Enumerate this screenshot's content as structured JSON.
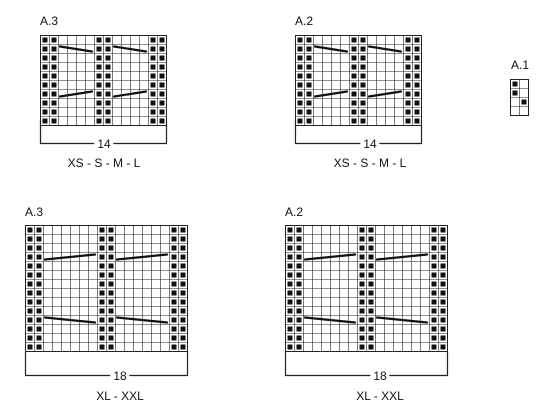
{
  "symbols": {
    "stitch_fill": "#111111",
    "grid_line": "#222222",
    "cable_line": "#111111",
    "background": "#ffffff"
  },
  "legend_chart": {
    "title": "A.1",
    "columns": 2,
    "rows": 4
  },
  "charts": [
    {
      "title": "A.3",
      "columns": 14,
      "rows": 10,
      "width_label": "14",
      "sizes": "XS - S - M - L",
      "rib_columns": [
        0,
        1,
        6,
        7,
        12,
        13
      ]
    },
    {
      "title": "A.2",
      "columns": 14,
      "rows": 10,
      "width_label": "14",
      "sizes": "XS - S - M - L",
      "rib_columns": [
        0,
        1,
        6,
        7,
        12,
        13
      ]
    },
    {
      "title": "A.3",
      "columns": 18,
      "rows": 14,
      "width_label": "18",
      "sizes": "XL - XXL",
      "rib_columns": [
        0,
        1,
        8,
        9,
        16,
        17
      ]
    },
    {
      "title": "A.2",
      "columns": 18,
      "rows": 14,
      "width_label": "18",
      "sizes": "XL - XXL",
      "rib_columns": [
        0,
        1,
        8,
        9,
        16,
        17
      ]
    }
  ]
}
